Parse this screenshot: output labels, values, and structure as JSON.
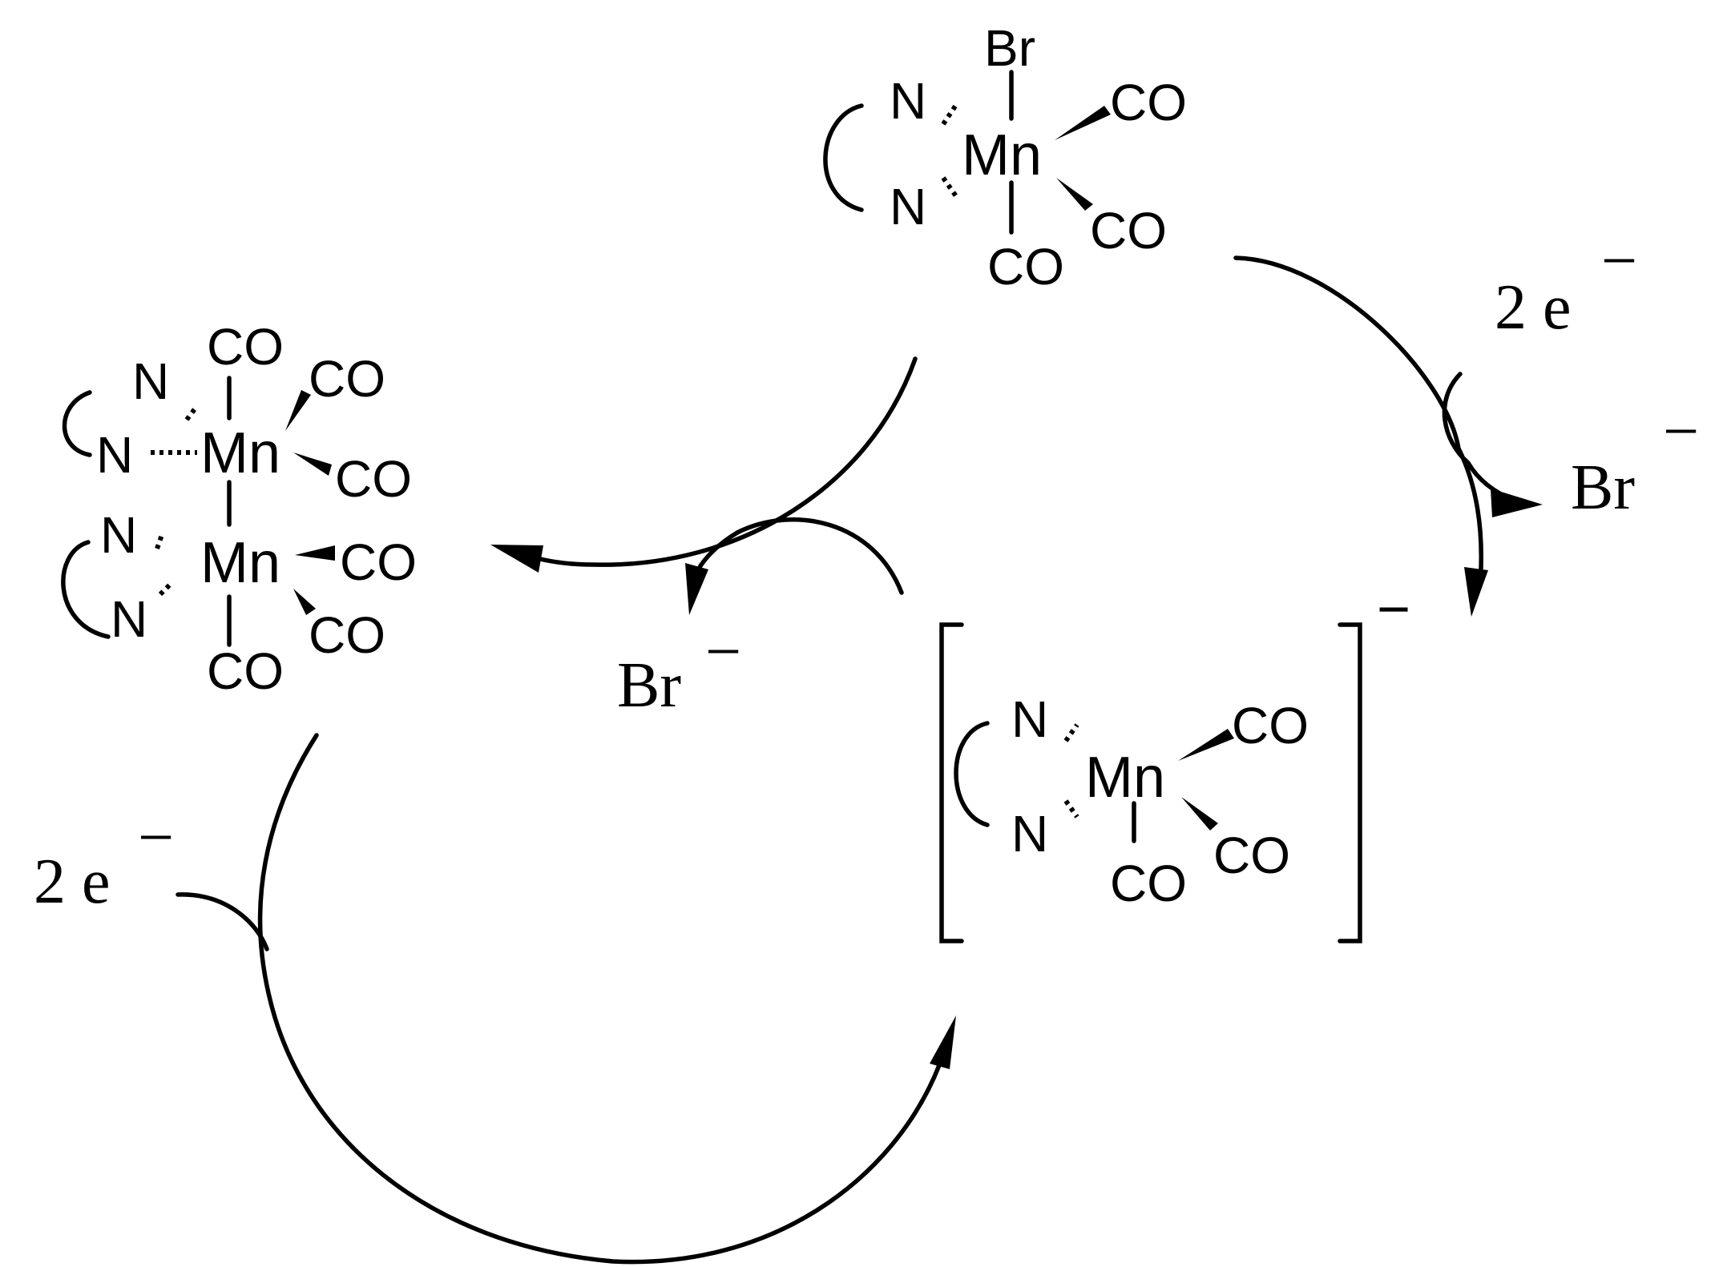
{
  "species": {
    "start_complex": {
      "metal": "Mn",
      "axial_top": "Br",
      "axial_bottom": "CO",
      "eq_co_1": "CO",
      "eq_co_2": "CO",
      "n1": "N",
      "n2": "N"
    },
    "dimer": {
      "upper": {
        "metal": "Mn",
        "axial_top": "CO",
        "co_a": "CO",
        "co_b": "CO",
        "n1": "N",
        "n2": "N"
      },
      "lower": {
        "metal": "Mn",
        "axial_bottom": "CO",
        "co_a": "CO",
        "co_b": "CO",
        "n1": "N",
        "n2": "N"
      }
    },
    "anion": {
      "metal": "Mn",
      "co_a": "CO",
      "co_b": "CO",
      "co_c": "CO",
      "n1": "N",
      "n2": "N",
      "charge": "−"
    }
  },
  "labels": {
    "electrons_right": "2 e",
    "electrons_right_sign": "−",
    "bromide_right": "Br",
    "bromide_right_sign": "−",
    "bromide_middle": "Br",
    "bromide_middle_sign": "−",
    "electrons_left": "2 e",
    "electrons_left_sign": "−"
  }
}
